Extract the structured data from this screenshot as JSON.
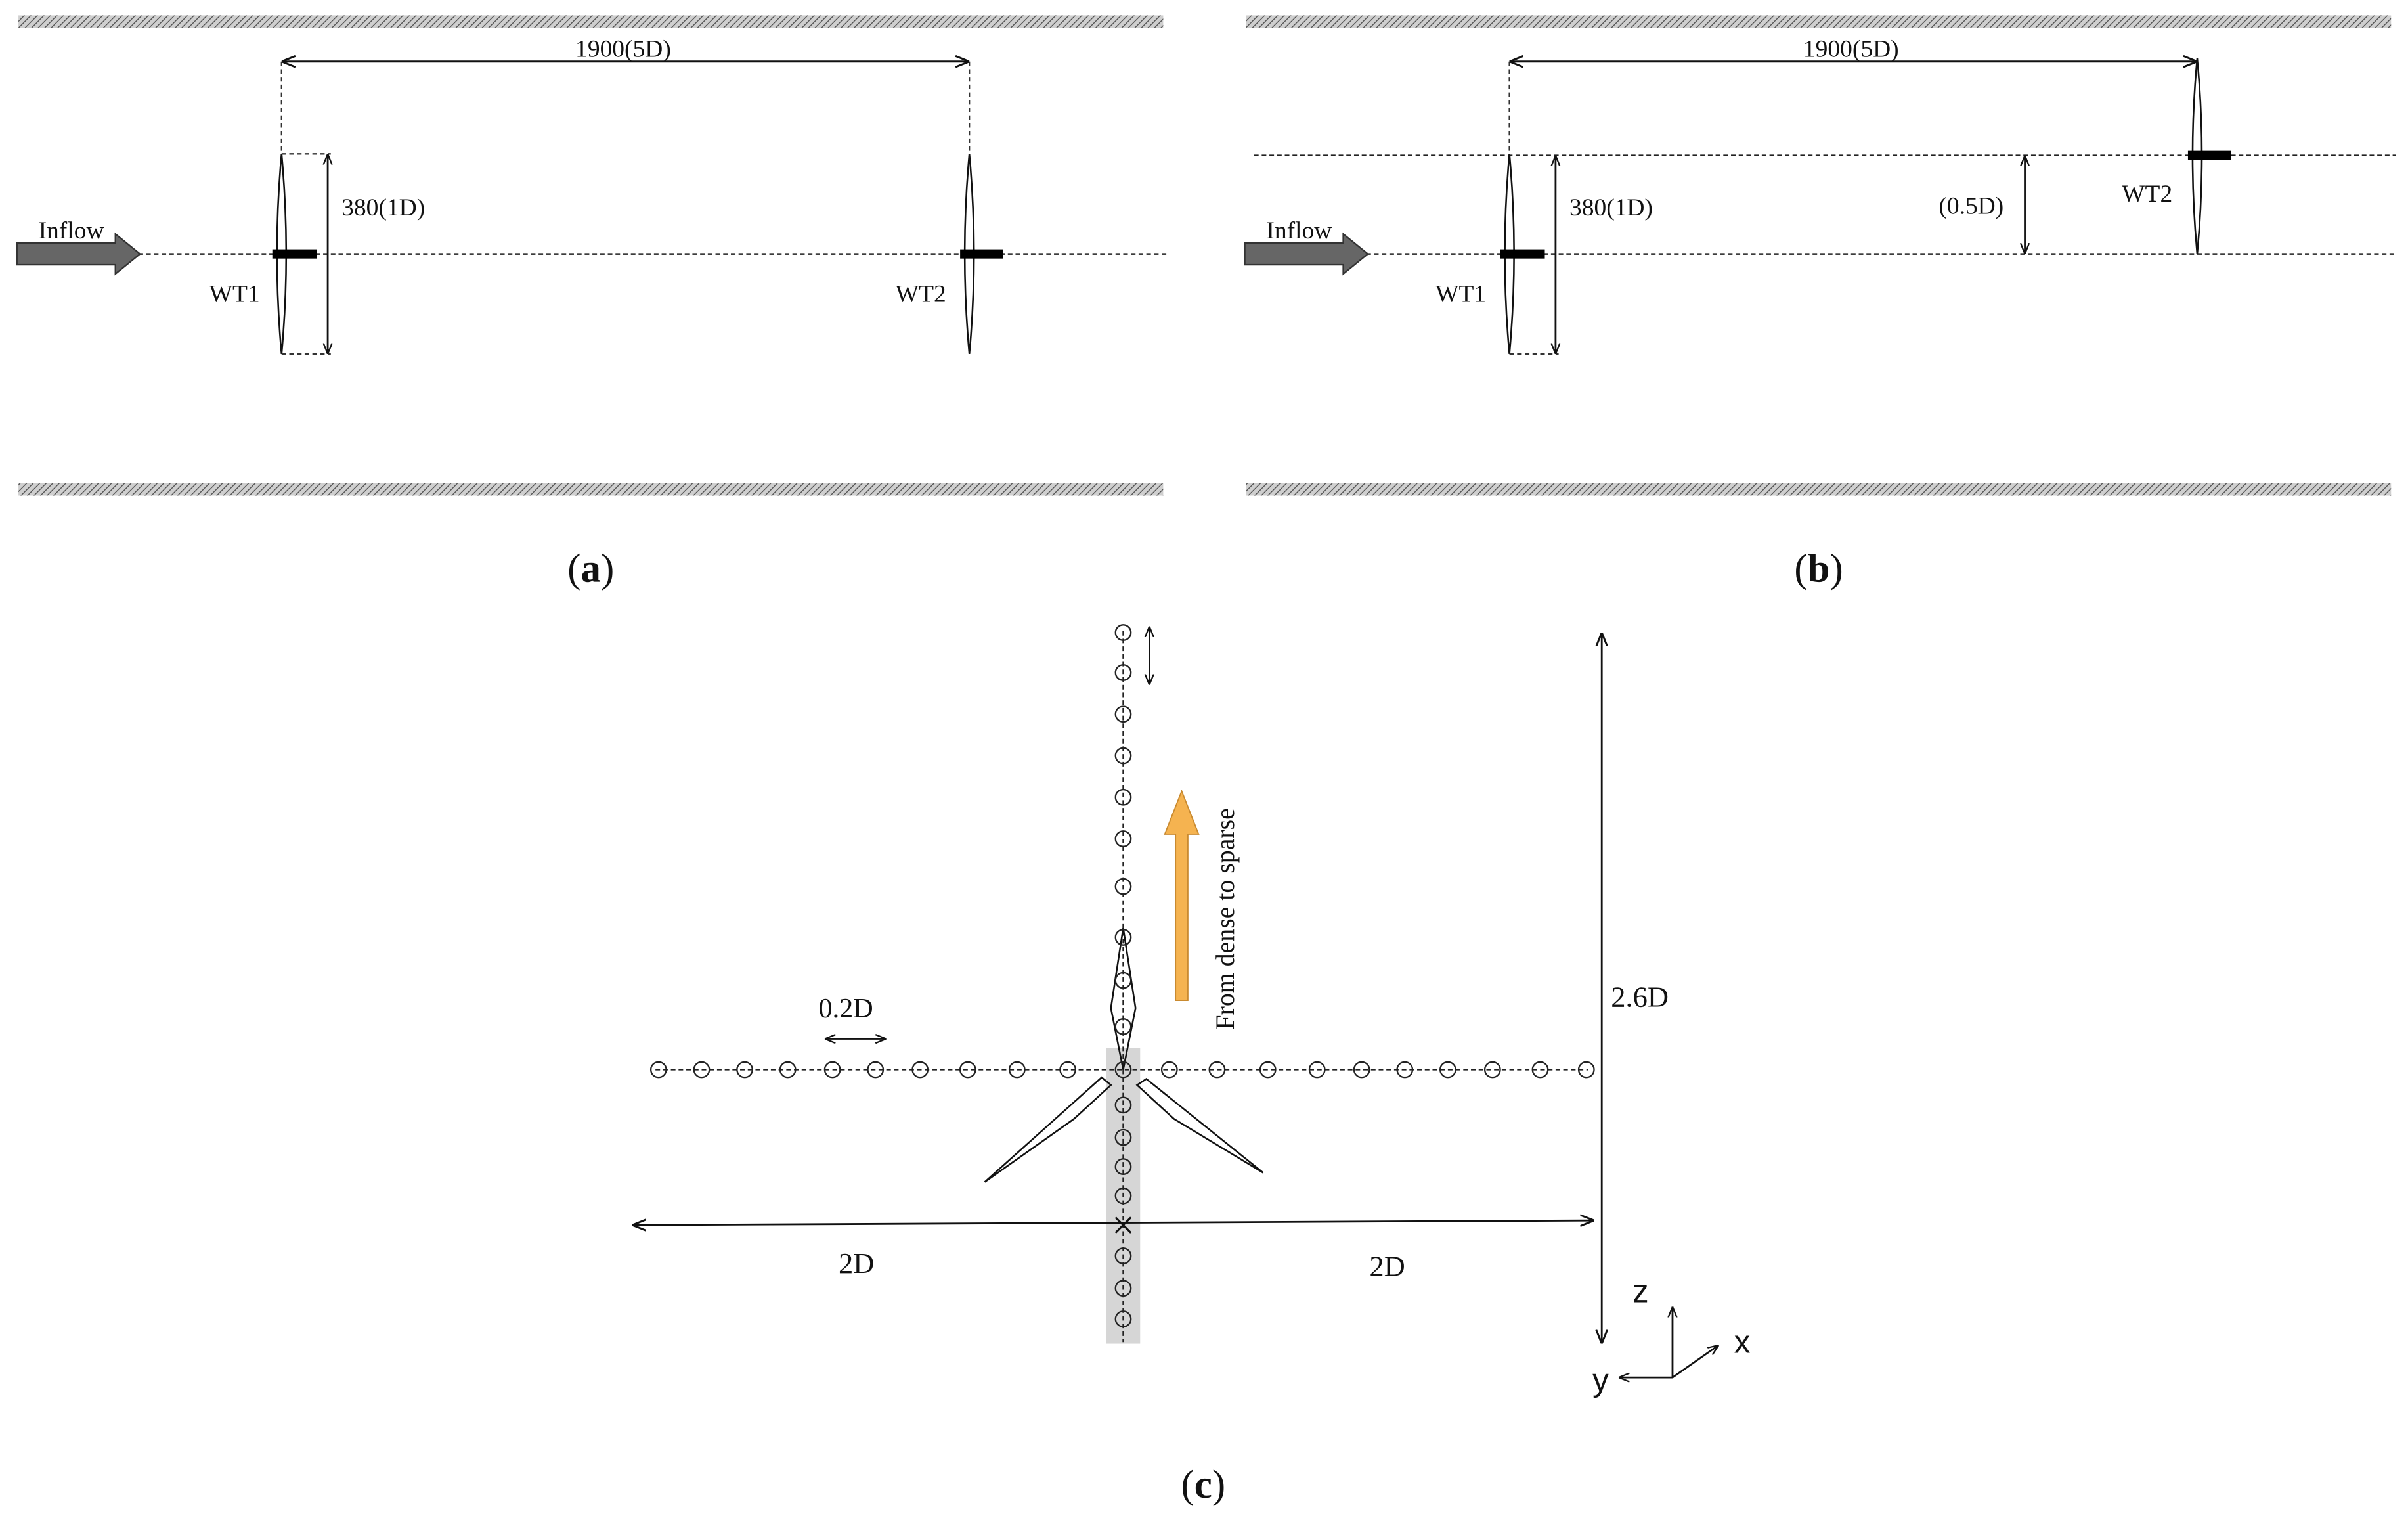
{
  "panel_a": {
    "distance_label": "1900(5D)",
    "diameter_label": "380(1D)",
    "inflow_label": "Inflow",
    "wt1_label": "WT1",
    "wt2_label": "WT2",
    "caption_letter": "a"
  },
  "panel_b": {
    "distance_label": "1900(5D)",
    "diameter_label": "380(1D)",
    "offset_label": "(0.5D)",
    "inflow_label": "Inflow",
    "wt1_label": "WT1",
    "wt2_label": "WT2",
    "caption_letter": "b"
  },
  "panel_c": {
    "spacing_label": "0.2D",
    "density_label": "From dense to sparse",
    "height_label": "2.6D",
    "left_width_label": "2D",
    "right_width_label": "2D",
    "axis_z": "z",
    "axis_x": "x",
    "axis_y": "y",
    "caption_letter": "c",
    "arrow_color": "#F5B350"
  }
}
